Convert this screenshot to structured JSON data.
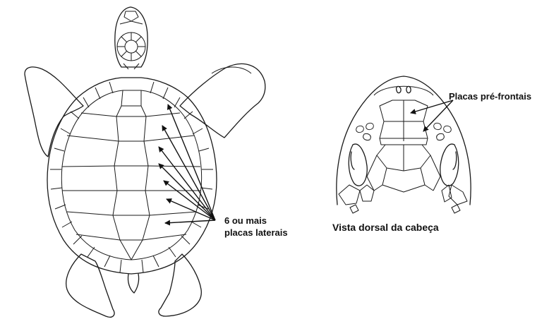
{
  "turtle": {
    "label_line1": "6 ou mais",
    "label_line2": "placas laterais"
  },
  "head": {
    "label": "Placas pré-frontais",
    "caption": "Vista dorsal da cabeça"
  },
  "colors": {
    "ink": "#1a1a1a",
    "background": "#ffffff"
  }
}
